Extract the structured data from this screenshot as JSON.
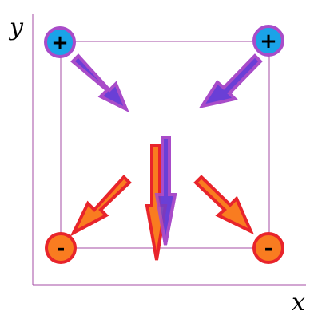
{
  "axes": {
    "x_label": "x",
    "y_label": "y"
  },
  "charges": [
    {
      "id": "top-left",
      "sign": "+",
      "fill": "#1aa3e8",
      "stroke": "#a94cc9"
    },
    {
      "id": "top-right",
      "sign": "+",
      "fill": "#1aa3e8",
      "stroke": "#a94cc9"
    },
    {
      "id": "bottom-left",
      "sign": "-",
      "fill": "#f97c20",
      "stroke": "#e8242b"
    },
    {
      "id": "bottom-right",
      "sign": "-",
      "fill": "#f97c20",
      "stroke": "#e8242b"
    }
  ],
  "colors": {
    "axis": "#a64ca6",
    "frame": "#a64ca6",
    "positive_field_outline": "#a94cc9",
    "positive_field_fill": "#6a3fd6",
    "negative_field_outline": "#e8242b",
    "negative_field_fill": "#f97c20"
  }
}
